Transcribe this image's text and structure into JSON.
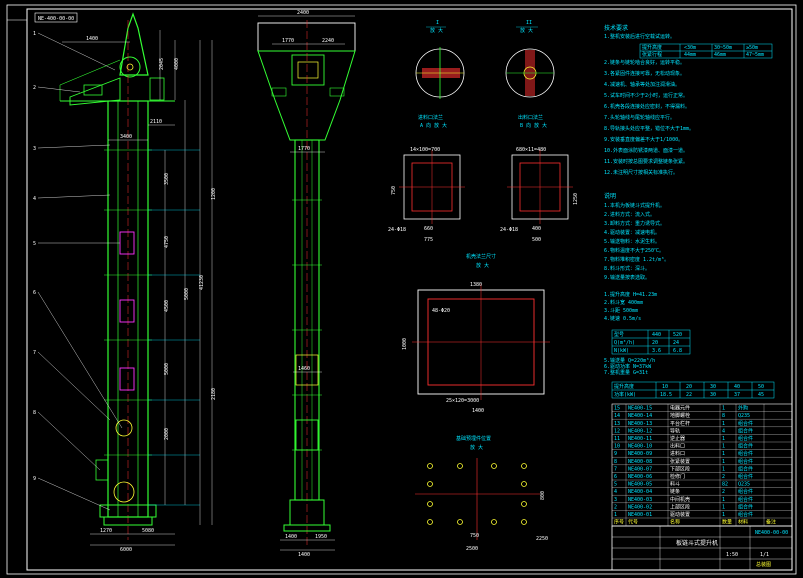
{
  "drawing": {
    "number_tag": "NE-400-00-00",
    "dims_left": {
      "top_width": "1400",
      "top_right_a": "2045",
      "top_right_b": "4000",
      "mid_width": "2110",
      "width_a": "3400",
      "span_1": "3500",
      "span_2": "4750",
      "span_3": "4500",
      "span_4": "5000",
      "span_5": "2000",
      "total_height": "41230",
      "side_dim": "5000",
      "sub_a": "1200",
      "sub_b": "2180",
      "bottom_a": "1270",
      "bottom_b": "5080",
      "bottom_c": "6000"
    },
    "dims_mid": {
      "top": "2400",
      "hood_a": "1770",
      "hood_b": "2240",
      "neck": "1770",
      "lower": "1460",
      "foot_a": "1400",
      "foot_b": "1950",
      "foot_c": "1400"
    },
    "callouts": [
      "1",
      "2",
      "3",
      "4",
      "5",
      "6",
      "7",
      "8",
      "9"
    ],
    "view_labels": {
      "view_i": "I",
      "view_i_sub": "放 大",
      "view_ii": "II",
      "view_ii_sub": "放 大",
      "inlet": "进料口法兰",
      "inlet_sub": "A 向 放 大",
      "outlet": "出料口法兰",
      "outlet_sub": "B 向 放 大",
      "hood": "机壳法兰尺寸",
      "hood_sub": "放 大",
      "base": "基础预埋件位置",
      "base_sub": "放 大"
    },
    "flange_dims": {
      "inlet_top": "14×100=700",
      "inlet_side": "750",
      "inlet_inner": "660",
      "inlet_bottom": "775",
      "inlet_holes": "24-Φ18",
      "outlet_top": "680×11=480",
      "outlet_side": "1250",
      "outlet_inner": "400",
      "outlet_bottom": "500",
      "outlet_holes": "24-Φ18",
      "hood_top": "1380",
      "hood_inner": "48-Φ20",
      "hood_side": "1000",
      "hood_bottom": "25×120=3000",
      "hood_overall": "1400",
      "base_a": "750",
      "base_b": "2500",
      "base_c": "800",
      "base_d": "2250"
    },
    "notes": {
      "title": "技术要求",
      "lines": [
        "1.整机安装后进行空载试运转。",
        "2.链条与链轮啮合良好，运转平稳。",
        "3.各紧固件连接可靠，无松动现象。",
        "4.减速机、轴承等处加注润滑油。",
        "5.试车时间不少于2小时，运行正常。",
        "6.机壳各段连接处应密封，不得漏料。",
        "7.头轮轴线与尾轮轴线应平行。",
        "8.导轨接头处应平整，错位不大于1mm。",
        "9.安装垂直度偏差不大于1/1000。",
        "10.外表面涂防锈漆两道、面漆一道。",
        "11.安装时按总图要求调整链条张紧。",
        "12.未注明尺寸按相关标准执行。"
      ],
      "table": {
        "header": [
          "提升高度",
          "<30m",
          "30~50m",
          "≥50m"
        ],
        "row": [
          "张紧行程",
          "44mm",
          "46mm",
          "47~5mm"
        ]
      }
    },
    "notes2": {
      "title": "说明",
      "lines": [
        "1.本机为板链斗式提升机。",
        "2.进料方式：流入式。",
        "3.卸料方式：重力诱导式。",
        "4.驱动装置：减速电机。",
        "5.输送物料：水泥生料。",
        "6.物料温度不大于250℃。",
        "7.物料堆积密度 1.2t/m³。",
        "8.料斗形式：深斗。",
        "9.输送量按表选取。"
      ]
    },
    "spec": {
      "lines": [
        "1.提升高度 H=41.23m",
        "2.料斗宽 400mm",
        "3.斗距 500mm",
        "4.链速 0.5m/s",
        "5.输送量 Q=220m³/h",
        "6.驱动功率 N=37kW",
        "7.整机重量 G=31t"
      ],
      "table1": {
        "header": [
          "型号",
          "440",
          "520"
        ],
        "rows": [
          [
            "Q(m³/h)",
            "20",
            "24"
          ],
          [
            "N(kW)",
            "3.6",
            "6.8"
          ]
        ]
      },
      "table2": {
        "header": [
          "提升高度",
          "10",
          "20",
          "30",
          "40",
          "50"
        ],
        "row": [
          "功率(kW)",
          "18.5",
          "22",
          "30",
          "37",
          "45"
        ]
      }
    },
    "bom": {
      "headers": [
        "序号",
        "代号",
        "名称",
        "数量",
        "材料",
        "备注"
      ],
      "rows": [
        [
          "1",
          "NE400-01",
          "驱动装置",
          "1",
          "组合件",
          ""
        ],
        [
          "2",
          "NE400-02",
          "上部区段",
          "1",
          "组合件",
          ""
        ],
        [
          "3",
          "NE400-03",
          "中间机壳",
          "1",
          "组合件",
          ""
        ],
        [
          "4",
          "NE400-04",
          "链条",
          "2",
          "组合件",
          ""
        ],
        [
          "5",
          "NE400-05",
          "料斗",
          "82",
          "Q235",
          ""
        ],
        [
          "6",
          "NE400-06",
          "检修门",
          "2",
          "组合件",
          ""
        ],
        [
          "7",
          "NE400-07",
          "下部区段",
          "1",
          "组合件",
          ""
        ],
        [
          "8",
          "NE400-08",
          "张紧装置",
          "1",
          "组合件",
          ""
        ],
        [
          "9",
          "NE400-09",
          "进料口",
          "1",
          "组合件",
          ""
        ],
        [
          "10",
          "NE400-10",
          "出料口",
          "1",
          "组合件",
          ""
        ],
        [
          "11",
          "NE400-11",
          "逆止器",
          "1",
          "组合件",
          ""
        ],
        [
          "12",
          "NE400-12",
          "导轨",
          "4",
          "组合件",
          ""
        ],
        [
          "13",
          "NE400-13",
          "平台栏杆",
          "1",
          "组合件",
          ""
        ],
        [
          "14",
          "NE400-14",
          "地脚螺栓",
          "8",
          "Q235",
          ""
        ],
        [
          "15",
          "NE400-15",
          "电器元件",
          "1",
          "外购",
          ""
        ]
      ]
    },
    "title_block": {
      "name": "板链斗式提升机",
      "code": "NE400-00-00",
      "ratio": "1:50",
      "sheet": "1/1",
      "company": "总装图"
    }
  }
}
